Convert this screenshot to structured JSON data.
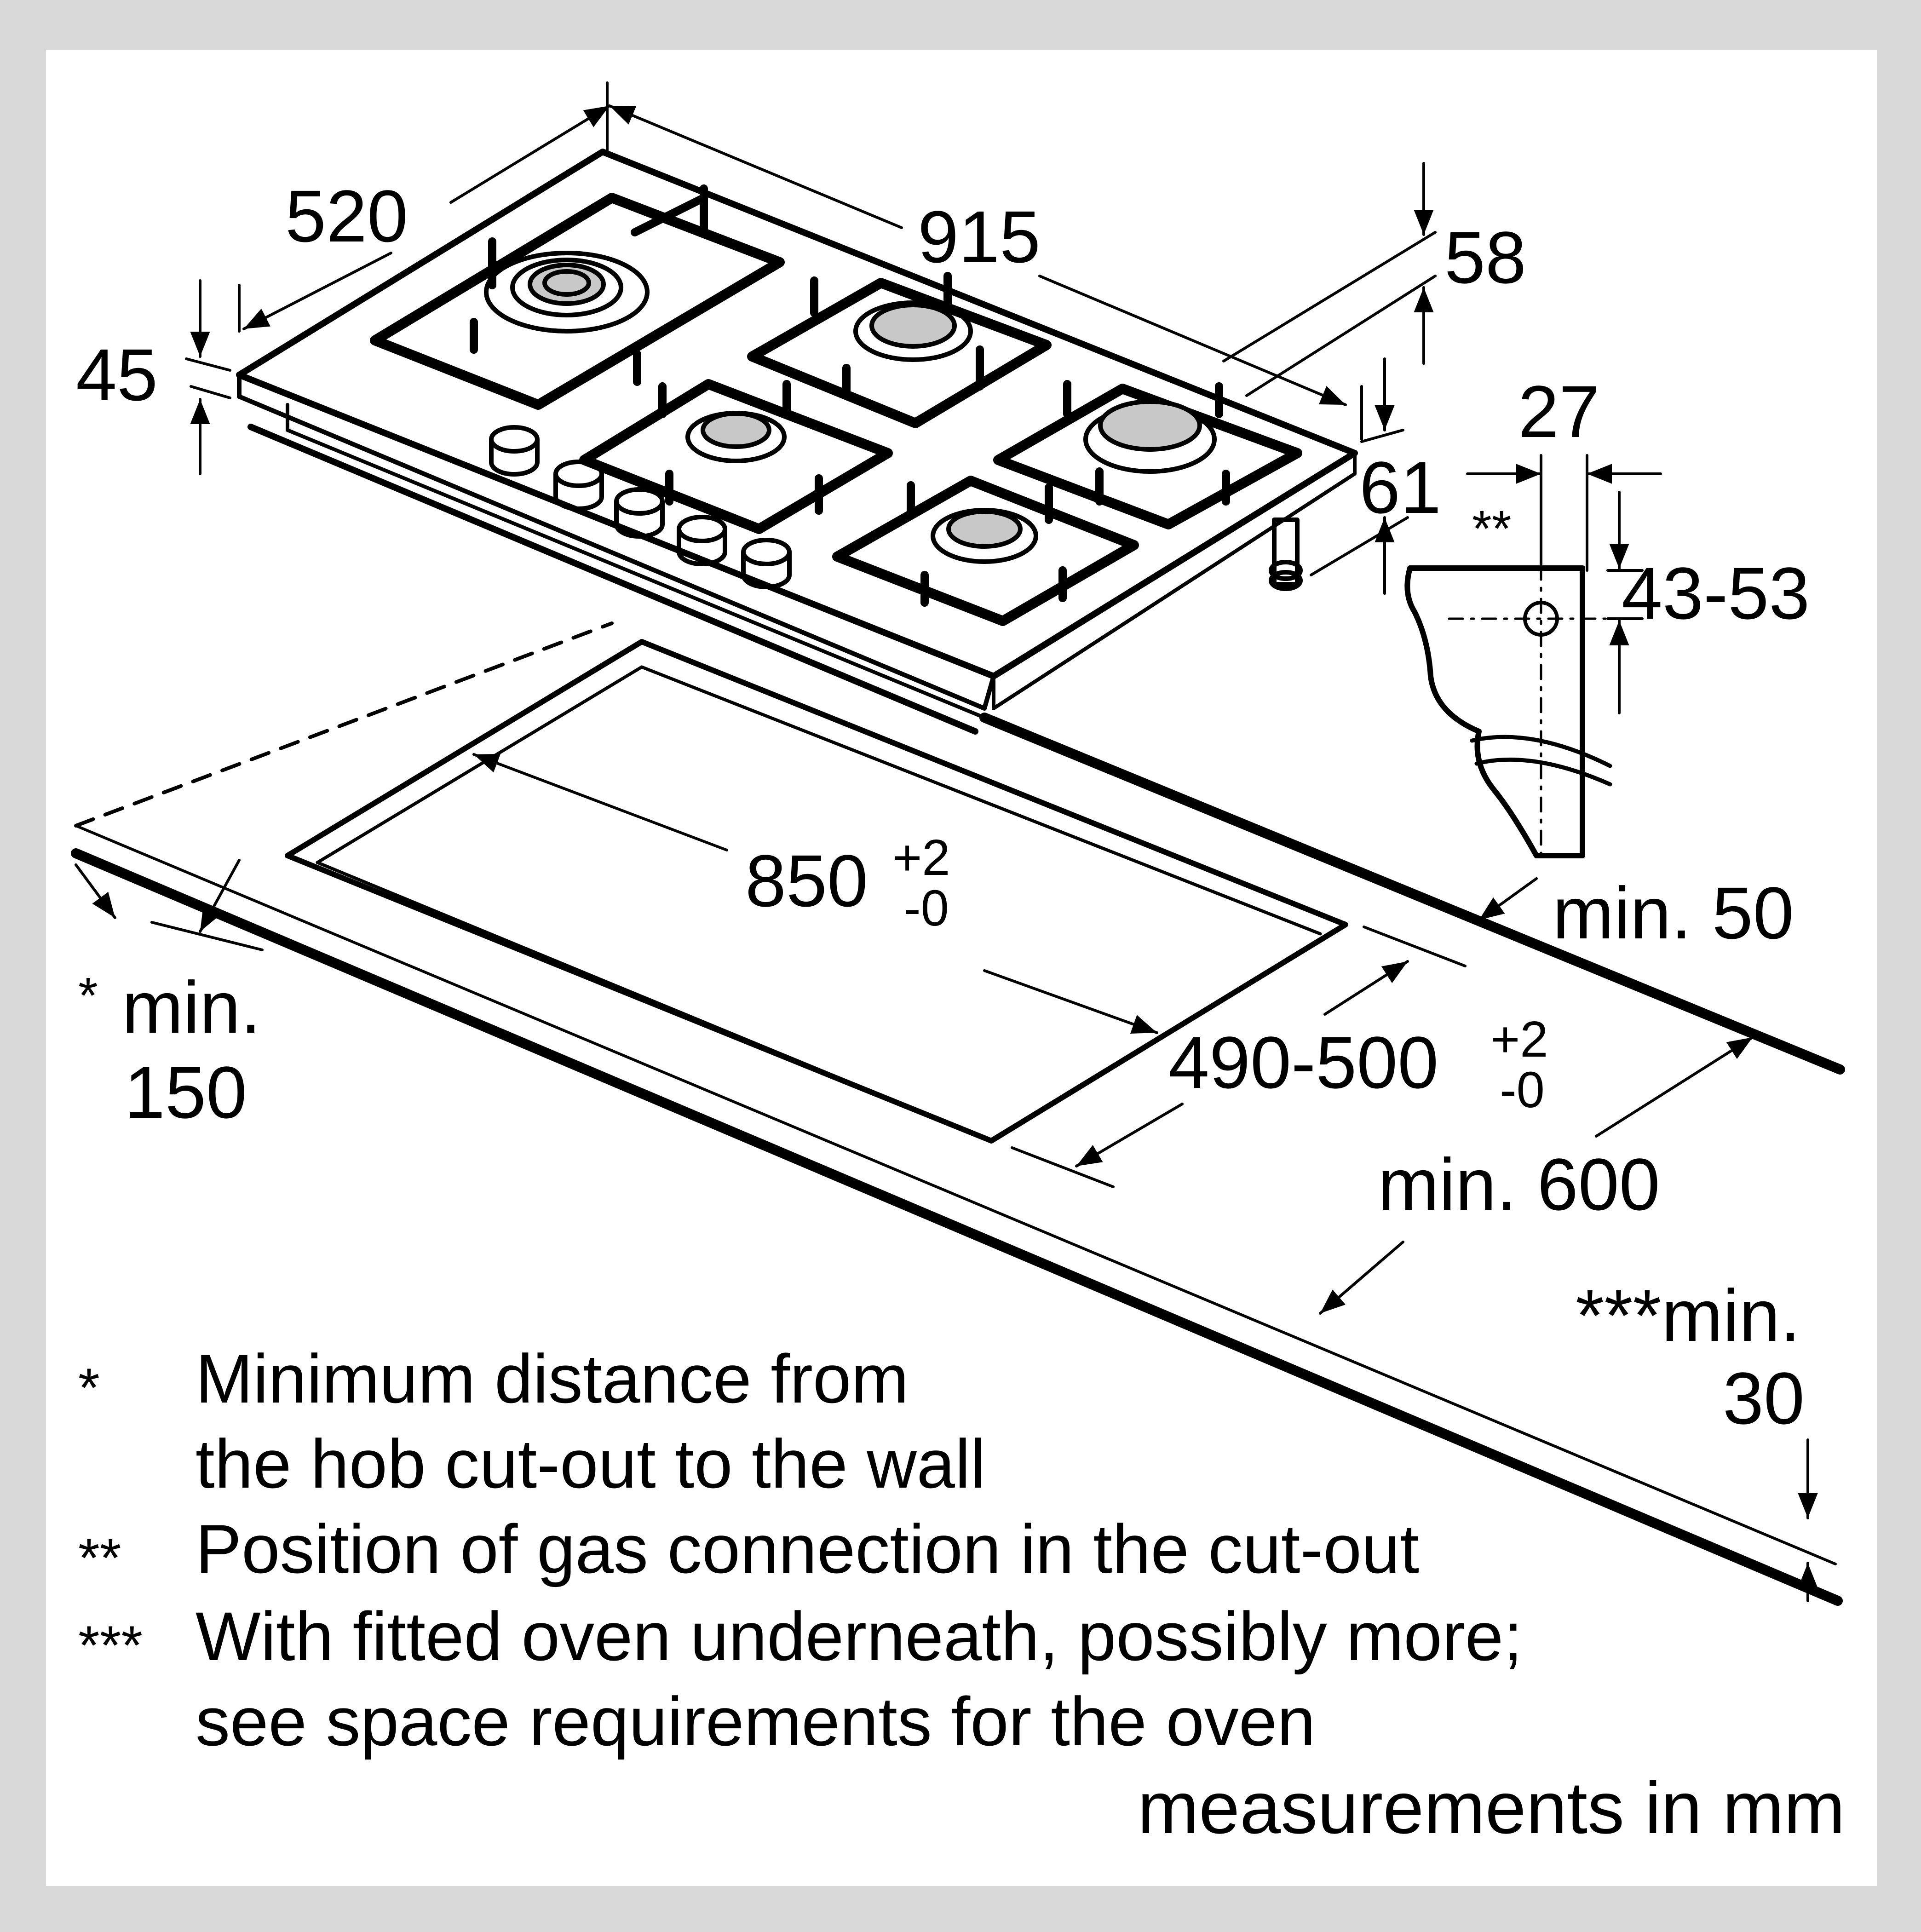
{
  "colors": {
    "background": "#d9d9d9",
    "panel": "#ffffff",
    "ink": "#000000",
    "burner": "#c8c8c8"
  },
  "dimensions": {
    "width_total": "915",
    "depth_total": "520",
    "front_height": "45",
    "height_58": "58",
    "gas_pipe_height": "61",
    "gas_offset_side": "27",
    "gas_marker": "**",
    "gas_height_range": "43-53",
    "cutout_width": "850",
    "cutout_width_plus": "+2",
    "cutout_width_minus": "-0",
    "cutout_depth": "490-500",
    "cutout_depth_plus": "+2",
    "cutout_depth_minus": "-0",
    "min_back": "min. 50",
    "min_front": "min. 600",
    "min_wall_mark": "*",
    "min_wall_line1": "min.",
    "min_wall_line2": "150",
    "min_below_line1": "***min.",
    "min_below_line2": "30"
  },
  "notes": [
    {
      "mark": "*",
      "lines": [
        "Minimum distance from",
        "the hob cut-out to the wall"
      ]
    },
    {
      "mark": "**",
      "lines": [
        "Position of gas connection in the cut-out"
      ]
    },
    {
      "mark": "***",
      "lines": [
        "With fitted oven underneath, possibly more;",
        "see space requirements for the oven"
      ]
    }
  ],
  "footer": "measurements in mm"
}
